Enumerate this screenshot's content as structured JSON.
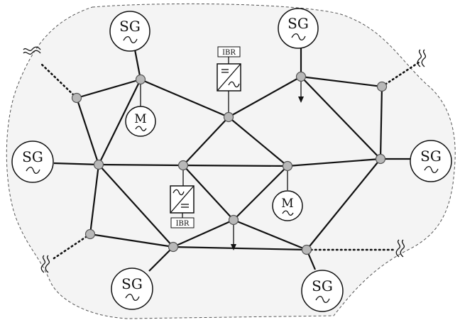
{
  "labels": {
    "synchronous_generator": "SG",
    "motor": "M",
    "inverter_based_resource": "IBR"
  },
  "colors": {
    "region_fill": "#f4f4f4",
    "bus_fill": "#b8b8b8",
    "line": "#111111"
  },
  "diagram": {
    "generators": [
      "SG",
      "SG",
      "SG",
      "SG",
      "SG",
      "SG"
    ],
    "motors": [
      "M",
      "M"
    ],
    "ibr_units": [
      "IBR",
      "IBR"
    ],
    "external_connections": 4,
    "loads": 2
  }
}
